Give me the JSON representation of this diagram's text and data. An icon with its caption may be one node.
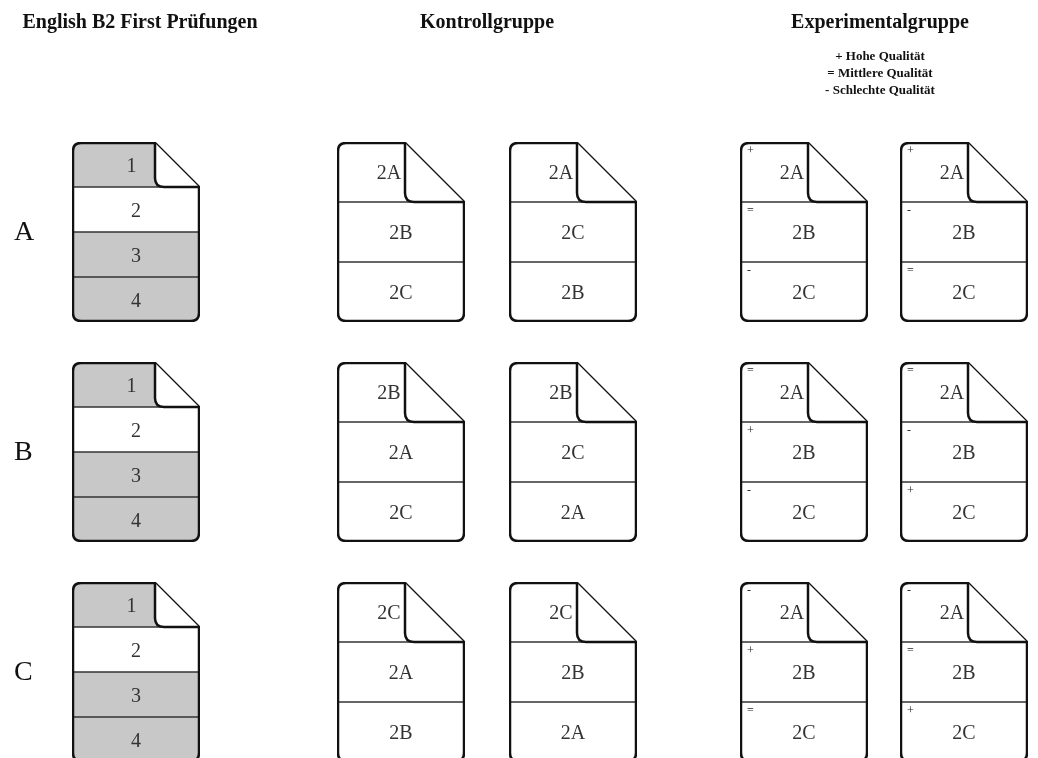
{
  "diagram": {
    "nodes": [
      {
        "text": [
          "1",
          "2",
          "3",
          "4"
        ]
      },
      {
        "text": [
          "2A",
          "2B",
          "2C"
        ]
      },
      {
        "text": [
          "2A",
          "2C",
          "2B"
        ]
      },
      {
        "text": [
          "+",
          "2A",
          "=",
          "2B",
          "-",
          "2C"
        ]
      },
      {
        "text": [
          "+",
          "2A",
          "-",
          "2B",
          "=",
          "2C"
        ]
      },
      {
        "text": [
          "1",
          "2",
          "3",
          "4"
        ]
      },
      {
        "text": [
          "2B",
          "2A",
          "2C"
        ]
      },
      {
        "text": [
          "2B",
          "2C",
          "2A"
        ]
      },
      {
        "text": [
          "=",
          "2A",
          "+",
          "2B",
          "-",
          "2C"
        ]
      },
      {
        "text": [
          "=",
          "2A",
          "-",
          "2B",
          "+",
          "2C"
        ]
      },
      {
        "text": [
          "1",
          "2",
          "3",
          "4"
        ]
      },
      {
        "text": [
          "2C",
          "2A",
          "2B"
        ]
      },
      {
        "text": [
          "2C",
          "2B",
          "2A"
        ]
      },
      {
        "text": [
          "-",
          "2A",
          "+",
          "2B",
          "=",
          "2C"
        ]
      },
      {
        "text": [
          "-",
          "2A",
          "=",
          "2B",
          "+",
          "2C"
        ]
      }
    ],
    "edges": [],
    "labels": [
      "English B2 First Prüfungen",
      "Kontrollgruppe",
      "Experimentalgruppe",
      "+ Hohe Qualität",
      "= Mittlere Qualität",
      "- Schlechte Qualität",
      "A",
      "B",
      "C"
    ]
  }
}
